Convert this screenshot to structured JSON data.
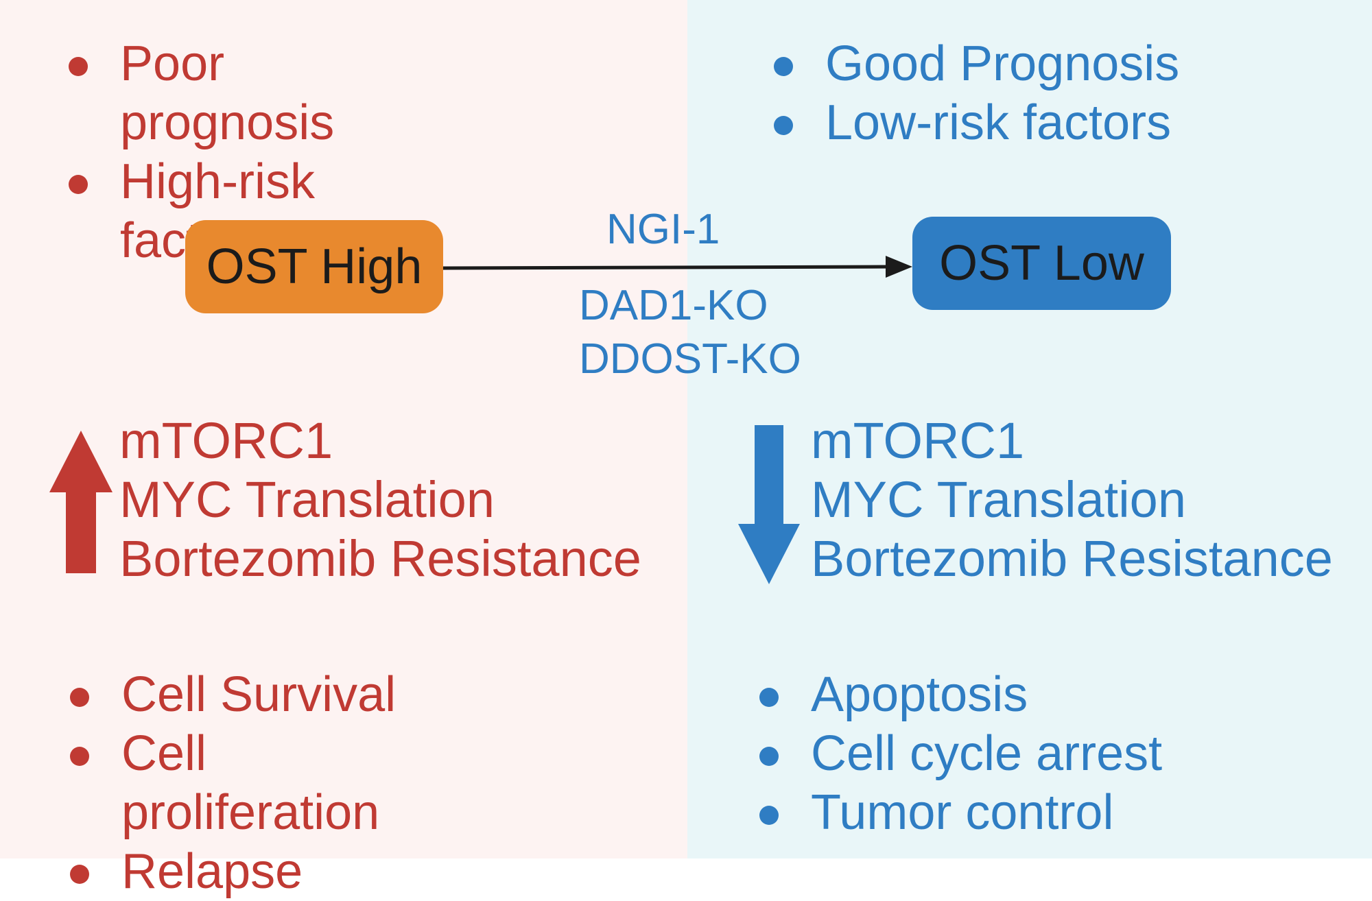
{
  "left": {
    "prognosis_items": [
      "Poor prognosis",
      "High-risk factors"
    ],
    "state_label": "OST High",
    "markers": [
      "mTORC1",
      "MYC Translation",
      "Bortezomib Resistance"
    ],
    "outcome_items": [
      "Cell Survival",
      "Cell proliferation",
      "Relapse"
    ],
    "color": "#c03a33",
    "box_color": "#e8892e"
  },
  "right": {
    "prognosis_items": [
      "Good Prognosis",
      "Low-risk factors"
    ],
    "state_label": "OST Low",
    "markers": [
      "mTORC1",
      "MYC Translation",
      "Bortezomib Resistance"
    ],
    "outcome_items": [
      "Apoptosis",
      "Cell cycle arrest",
      "Tumor control"
    ],
    "color": "#2f7dc3",
    "box_color": "#2f7dc3"
  },
  "transition": {
    "above_label": "NGI-1",
    "below_labels": [
      "DAD1-KO",
      "DDOST-KO"
    ]
  },
  "icons": {
    "left_marker_arrow": "up-arrow-icon",
    "right_marker_arrow": "down-arrow-icon",
    "transition_arrow": "right-arrow-icon"
  }
}
